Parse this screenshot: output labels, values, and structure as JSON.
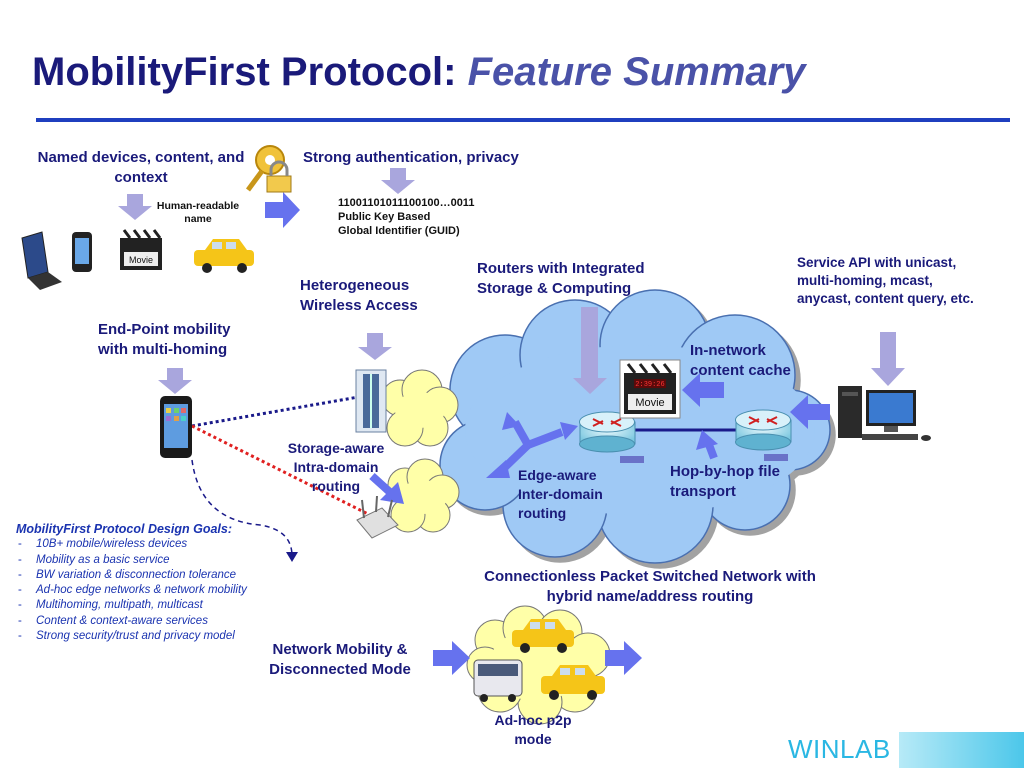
{
  "title": {
    "main": "MobilityFirst Protocol:",
    "accent": "Feature Summary"
  },
  "labels": {
    "named_devices": "Named devices, content, and context",
    "human_readable": "Human-readable name",
    "strong_auth": "Strong authentication, privacy",
    "guid_bits": "11001101011100100…0011",
    "public_key": "Public Key Based",
    "guid": "Global Identifier (GUID)",
    "routers": "Routers with Integrated Storage & Computing",
    "service_api": "Service API with unicast, multi-homing, mcast, anycast, content query, etc.",
    "heterogeneous": "Heterogeneous Wireless Access",
    "endpoint": "End-Point mobility with multi-homing",
    "in_network": "In-network content cache",
    "storage_aware": "Storage-aware Intra-domain routing",
    "edge_aware": "Edge-aware Inter-domain routing",
    "hop_by_hop": "Hop-by-hop file transport",
    "connectionless": "Connectionless Packet Switched Network with hybrid name/address routing",
    "network_mobility": "Network Mobility & Disconnected Mode",
    "adhoc": "Ad-hoc p2p mode",
    "movie": "Movie",
    "movie_counter": "2:39:26"
  },
  "goals": {
    "head": "MobilityFirst Protocol Design Goals:",
    "items": [
      "10B+ mobile/wireless devices",
      "Mobility as a basic service",
      "BW variation & disconnection tolerance",
      "Ad-hoc edge networks & network mobility",
      "Multihoming, multipath, multicast",
      "Content & context-aware services",
      "Strong security/trust and privacy model"
    ]
  },
  "brand": "WINLAB",
  "colors": {
    "title": "#1a1a7a",
    "accent": "#4a52a8",
    "cloud": "#9fc9f5",
    "cloud_edge": "#4a6fb0",
    "yellow_cloud": "#ffffa8",
    "arrow_lavender": "#a9a6dd",
    "arrow_blue": "#6672ee",
    "link_red": "#e02020",
    "link_navy": "#1a1a8a",
    "rule": "#1f3fbf"
  }
}
